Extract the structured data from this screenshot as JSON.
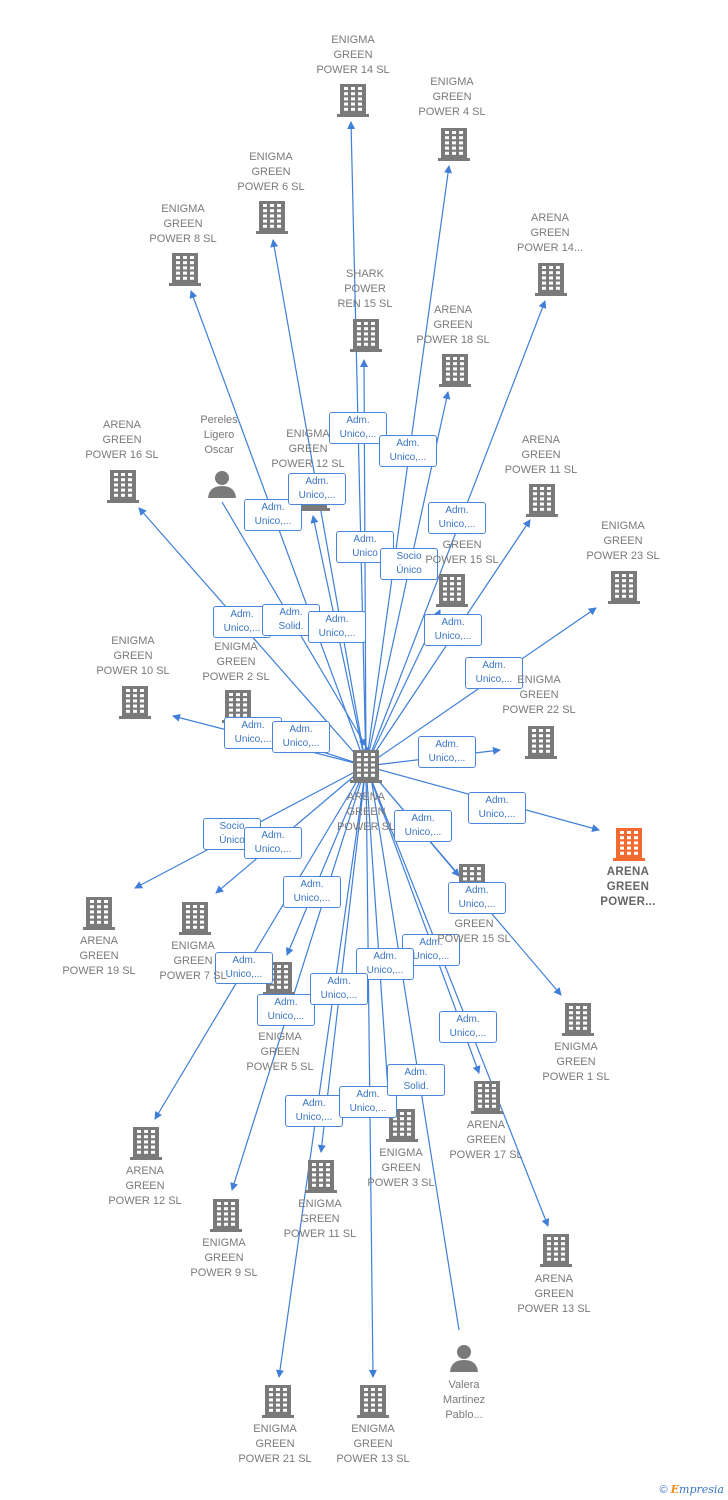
{
  "colors": {
    "edge": "#3f7fd8",
    "building": "#7a7a7a",
    "focus_building": "#f26a2e",
    "person": "#7a7a7a"
  },
  "center": {
    "label": "ARENA\nGREEN\nPOWER  SL"
  },
  "nodes": [
    {
      "id": "n1",
      "label": "ENIGMA\nGREEN\nPOWER 14  SL",
      "type": "company"
    },
    {
      "id": "n2",
      "label": "ENIGMA\nGREEN\nPOWER 4  SL",
      "type": "company"
    },
    {
      "id": "n3",
      "label": "ENIGMA\nGREEN\nPOWER 6  SL",
      "type": "company"
    },
    {
      "id": "n4",
      "label": "ENIGMA\nGREEN\nPOWER 8  SL",
      "type": "company"
    },
    {
      "id": "n5",
      "label": "ARENA\nGREEN\nPOWER 14...",
      "type": "company"
    },
    {
      "id": "n6",
      "label": "SHARK\nPOWER\nREN 15  SL",
      "type": "company"
    },
    {
      "id": "n7",
      "label": "ARENA\nGREEN\nPOWER 18  SL",
      "type": "company"
    },
    {
      "id": "n8",
      "label": "ARENA\nGREEN\nPOWER 16  SL",
      "type": "company"
    },
    {
      "id": "n9",
      "label": "Pereles\nLigero\nOscar",
      "type": "person"
    },
    {
      "id": "n10",
      "label": "ENIGMA\nGREEN\nPOWER 12  SL",
      "type": "company"
    },
    {
      "id": "n11",
      "label": "ARENA\nGREEN\nPOWER 11  SL",
      "type": "company"
    },
    {
      "id": "n12",
      "label": "ENIGMA\nGREEN\nPOWER 23  SL",
      "type": "company"
    },
    {
      "id": "n13",
      "label": "GREEN\nPOWER 15  SL",
      "type": "company"
    },
    {
      "id": "n14",
      "label": "ENIGMA\nGREEN\nPOWER 10  SL",
      "type": "company"
    },
    {
      "id": "n15",
      "label": "ENIGMA\nGREEN\nPOWER 2  SL",
      "type": "company"
    },
    {
      "id": "n16",
      "label": "ENIGMA\nGREEN\nPOWER 22  SL",
      "type": "company"
    },
    {
      "id": "n17",
      "label": "ARENA\nGREEN\nPOWER...",
      "type": "focus"
    },
    {
      "id": "n18",
      "label": "ARENA\nGREEN\nPOWER 19  SL",
      "type": "company"
    },
    {
      "id": "n19",
      "label": "ENIGMA\nGREEN\nPOWER 7  SL",
      "type": "company"
    },
    {
      "id": "n20",
      "label": "GREEN\nPOWER 15  SL",
      "type": "company"
    },
    {
      "id": "n21",
      "label": "ENIGMA\nGREEN\nPOWER 5  SL",
      "type": "company"
    },
    {
      "id": "n22",
      "label": "ENIGMA\nGREEN\nPOWER 1  SL",
      "type": "company"
    },
    {
      "id": "n23",
      "label": "ARENA\nGREEN\nPOWER 17  SL",
      "type": "company"
    },
    {
      "id": "n24",
      "label": "ENIGMA\nGREEN\nPOWER 3  SL",
      "type": "company"
    },
    {
      "id": "n25",
      "label": "ARENA\nGREEN\nPOWER 12  SL",
      "type": "company"
    },
    {
      "id": "n26",
      "label": "ENIGMA\nGREEN\nPOWER 11  SL",
      "type": "company"
    },
    {
      "id": "n27",
      "label": "ENIGMA\nGREEN\nPOWER 9  SL",
      "type": "company"
    },
    {
      "id": "n28",
      "label": "ARENA\nGREEN\nPOWER 13  SL",
      "type": "company"
    },
    {
      "id": "n29",
      "label": "ENIGMA\nGREEN\nPOWER 21  SL",
      "type": "company"
    },
    {
      "id": "n30",
      "label": "ENIGMA\nGREEN\nPOWER 13  SL",
      "type": "company"
    },
    {
      "id": "n31",
      "label": "Valera\nMartinez\nPablo...",
      "type": "person"
    }
  ],
  "edges": [
    {
      "to": "n1",
      "label": "Adm.\nUnico,..."
    },
    {
      "to": "n2",
      "label": "Adm.\nUnico,..."
    },
    {
      "to": "n3",
      "label": "Adm.\nUnico,..."
    },
    {
      "to": "n4",
      "label": "Adm.\nUnico,..."
    },
    {
      "to": "n5",
      "label": "Adm.\nUnico,..."
    },
    {
      "to": "n6",
      "label": "Adm.\nUnico"
    },
    {
      "to": "n7",
      "label": "Socio\nÚnico"
    },
    {
      "to": "n8",
      "label": "Adm.\nUnico,..."
    },
    {
      "from": "n9",
      "label": "Adm.\nSolid."
    },
    {
      "to": "n10",
      "label": "Adm.\nUnico,..."
    },
    {
      "to": "n11",
      "label": "Adm.\nUnico,..."
    },
    {
      "to": "n12",
      "label": "Adm.\nUnico,..."
    },
    {
      "to": "n13",
      "label": "Adm.\nUnico,..."
    },
    {
      "to": "n14",
      "label": "Adm.\nUnico,..."
    },
    {
      "to": "n15",
      "label": "Adm.\nUnico,..."
    },
    {
      "to": "n16",
      "label": "Adm.\nUnico,..."
    },
    {
      "to": "n17",
      "label": "Adm.\nUnico,..."
    },
    {
      "to": "n18",
      "label": "Socio\nÚnico"
    },
    {
      "to": "n19",
      "label": "Adm.\nUnico,..."
    },
    {
      "to": "n20",
      "label": "Adm.\nUnico,..."
    },
    {
      "to": "n21",
      "label": "Adm.\nUnico,..."
    },
    {
      "to": "n22",
      "label": "Adm.\nUnico,..."
    },
    {
      "to": "n23",
      "label": "Adm.\nUnico,..."
    },
    {
      "to": "n24",
      "label": "Adm.\nUnico,..."
    },
    {
      "to": "n25",
      "label": "Adm.\nUnico,..."
    },
    {
      "to": "n26",
      "label": "Adm.\nUnico,..."
    },
    {
      "to": "n27",
      "label": "Adm.\nUnico,..."
    },
    {
      "to": "n28",
      "label": "Adm.\nUnico,..."
    },
    {
      "to": "n29",
      "label": "Adm.\nUnico,..."
    },
    {
      "to": "n30",
      "label": "Adm.\nUnico,..."
    },
    {
      "from": "n31",
      "label": "Adm.\nSolid."
    }
  ],
  "footer": {
    "copyright": "©",
    "brand": "mpresia",
    "brand_e": "E"
  }
}
